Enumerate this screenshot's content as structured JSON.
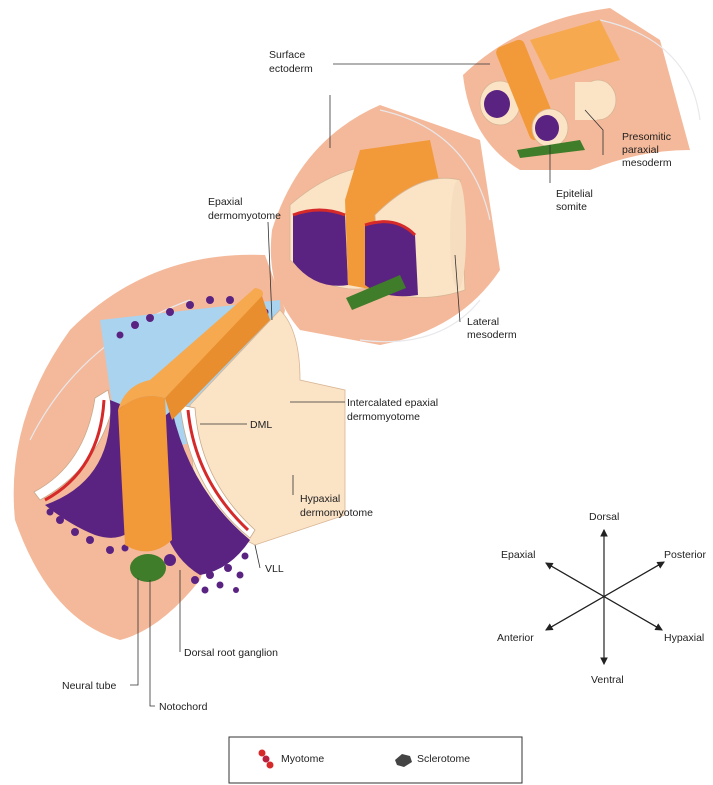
{
  "labels": {
    "surface_ectoderm": [
      "Surface",
      "ectoderm"
    ],
    "presomitic": [
      "Presomitic",
      "paraxial",
      "mesoderm"
    ],
    "epitelial_somite": [
      "Epitelial",
      "somite"
    ],
    "epaxial_dermo": [
      "Epaxial",
      "dermomyotome"
    ],
    "lateral_mesoderm": [
      "Lateral",
      "mesoderm"
    ],
    "intercalated": [
      "Intercalated epaxial",
      "dermomyotome"
    ],
    "dml": "DML",
    "hypaxial_dermo": [
      "Hypaxial",
      "dermomyotome"
    ],
    "vll": "VLL",
    "dorsal_root_ganglion": "Dorsal root ganglion",
    "neural_tube": "Neural tube",
    "notochord": "Notochord"
  },
  "compass": {
    "dorsal": "Dorsal",
    "ventral": "Ventral",
    "epaxial": "Epaxial",
    "posterior": "Posterior",
    "anterior": "Anterior",
    "hypaxial": "Hypaxial"
  },
  "legend": {
    "myotome": "Myotome",
    "sclerotome": "Sclerotome"
  },
  "colors": {
    "ectoderm": "#f4b99a",
    "mesoderm_cream": "#fbe3c6",
    "neural_tube": "#f29a3a",
    "myotome": "#5a2382",
    "myotome_red": "#d62a2a",
    "notochord": "#3f7d2a",
    "light_blue": "#a9d3ee"
  }
}
